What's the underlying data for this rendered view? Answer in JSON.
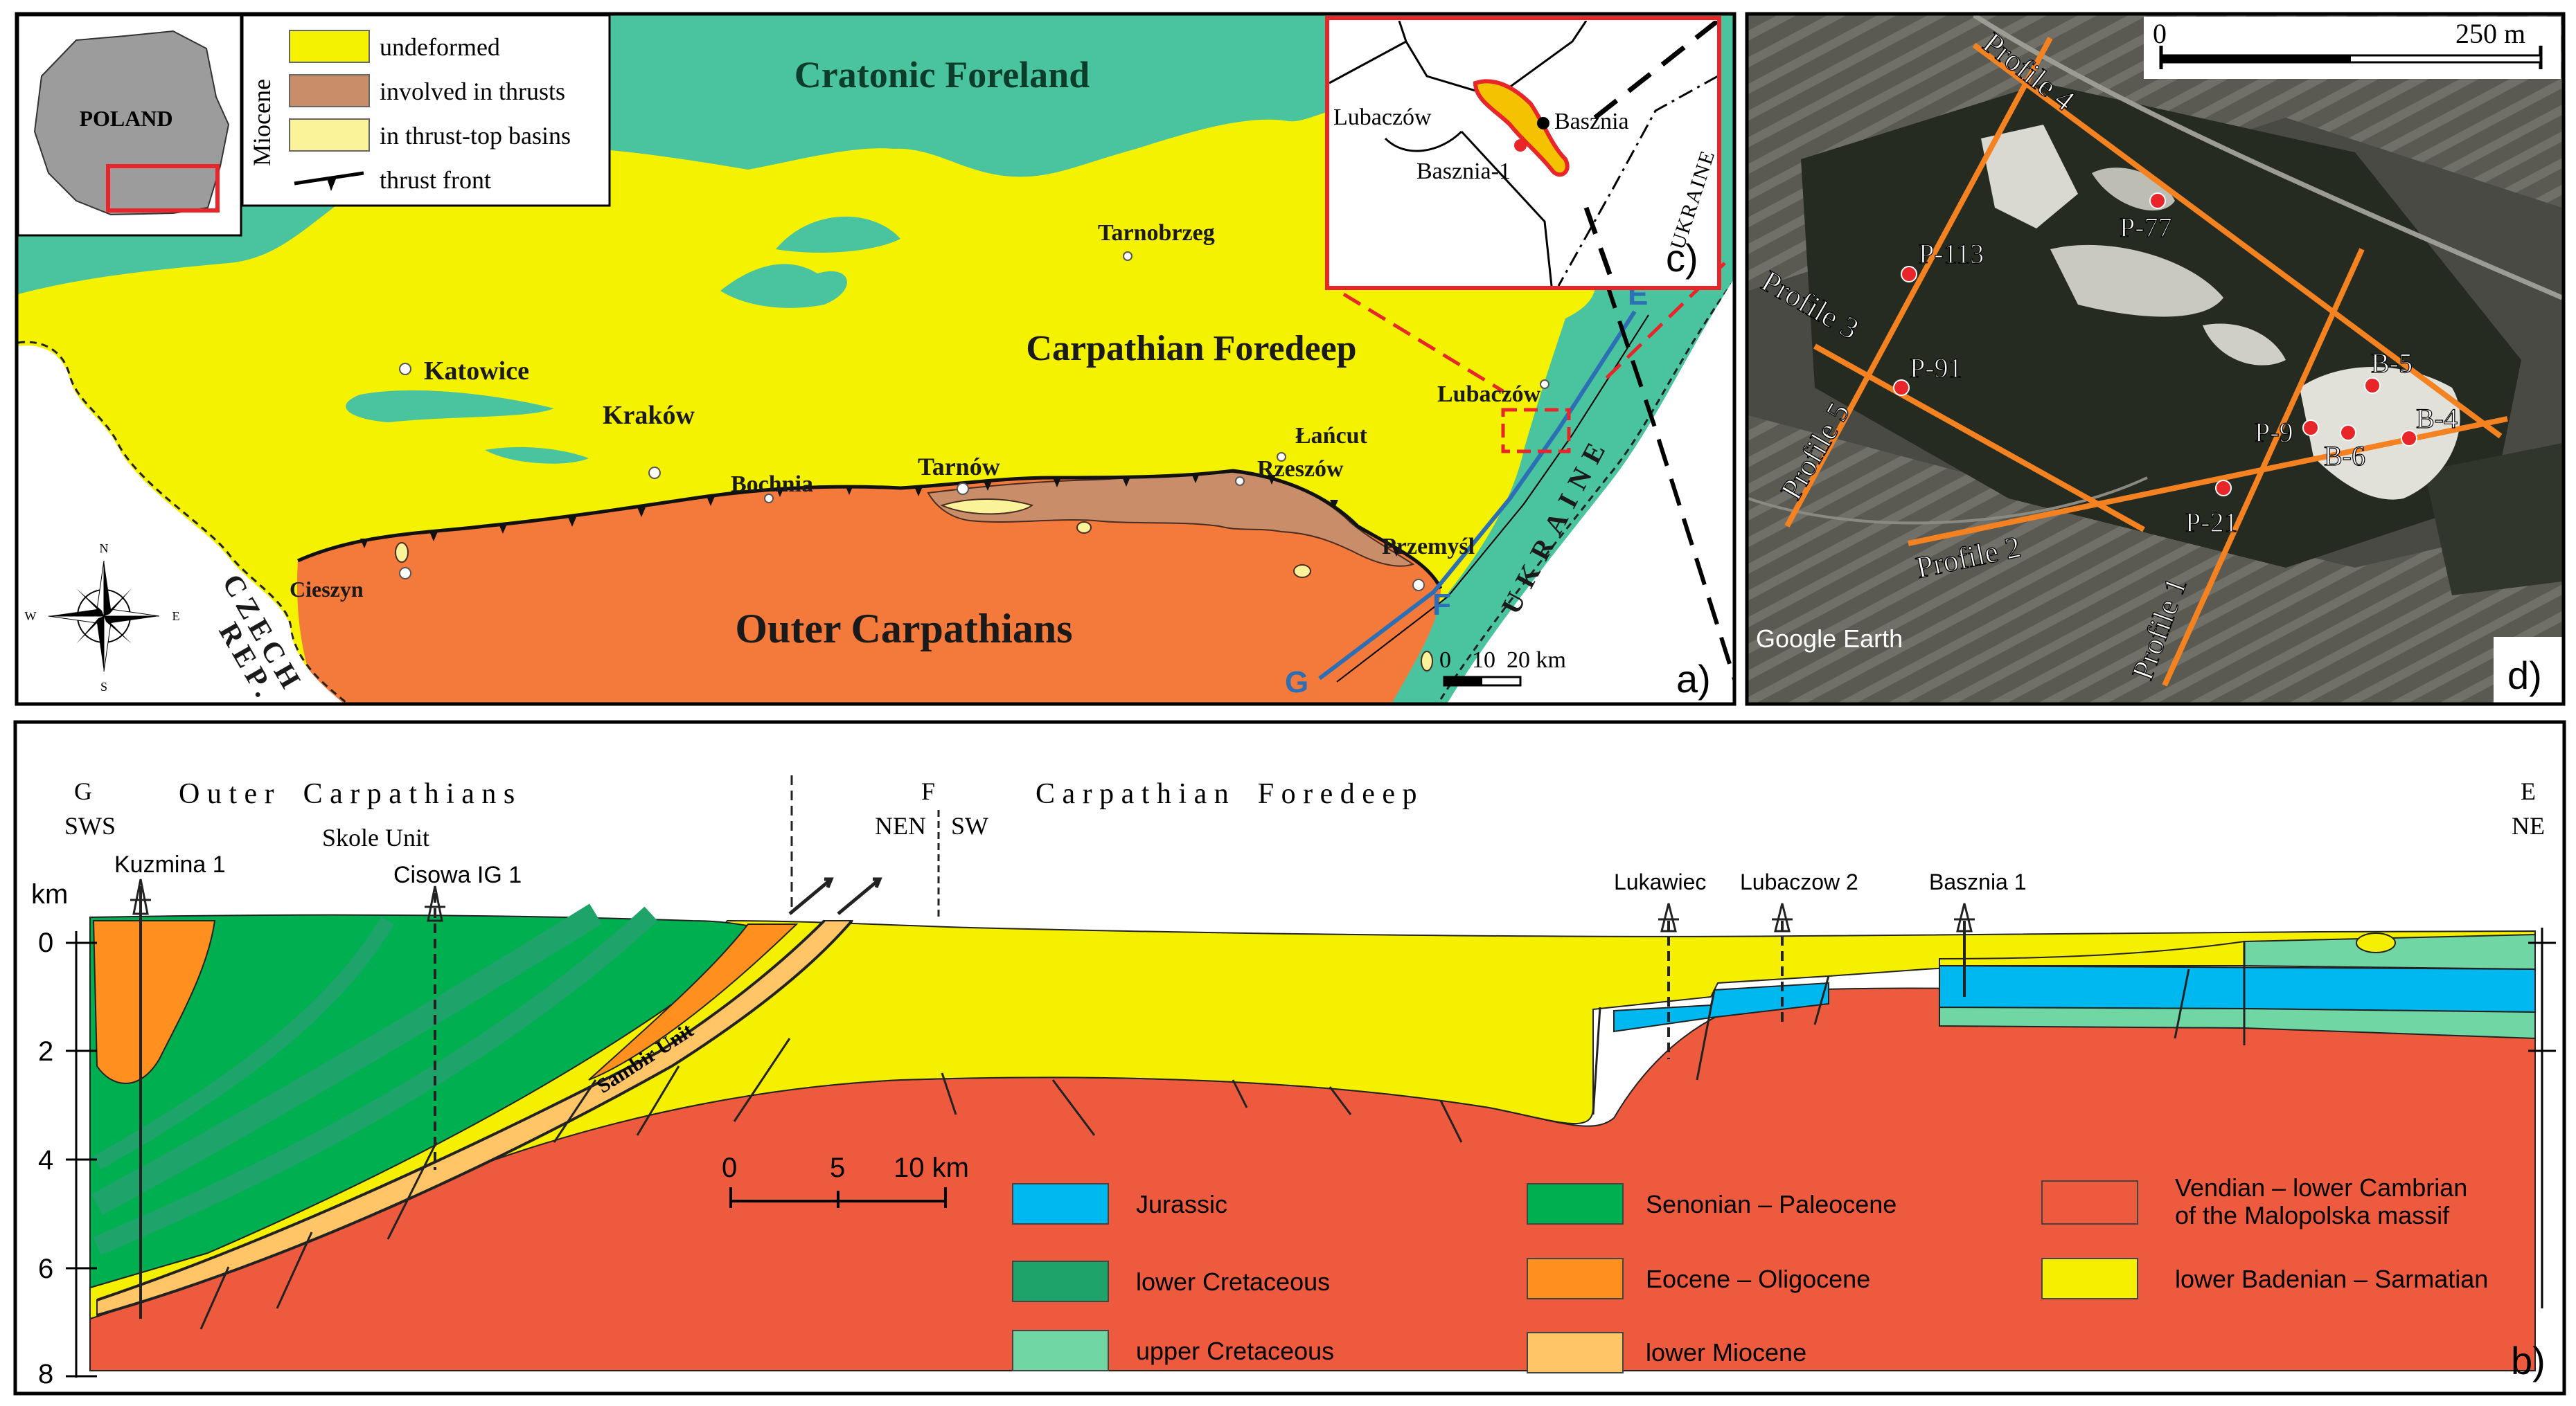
{
  "colors": {
    "foreland": "#49c49e",
    "foredeep": "#f5f200",
    "outer_carpathians": "#f47a3c",
    "thrust_involved": "#c98d6a",
    "thrust_top": "#fbf39a",
    "jurassic": "#00b8f0",
    "senonian_paleocene": "#00b050",
    "vendian_cambrian": "#ee5a3e",
    "lower_cretaceous": "#1ea36a",
    "eocene_oligocene": "#ff9020",
    "lower_badenian_sarmatian": "#f5ef00",
    "upper_cretaceous": "#6fd6a4",
    "lower_miocene": "#ffc567",
    "profile_line": "#f58220",
    "section_line": "#2c6fb5",
    "red_marker": "#e8262a"
  },
  "panel_a": {
    "letter": "a)",
    "inset_country": "POLAND",
    "legend": {
      "group": "Miocene",
      "items": [
        "undeformed",
        "involved in thrusts",
        "in thrust-top basins",
        "thrust front"
      ]
    },
    "regions": [
      "Cratonic Foreland",
      "Carpathian Foredeep",
      "Outer Carpathians"
    ],
    "cities": [
      "Katowice",
      "Kraków",
      "Bochnia",
      "Tarnów",
      "Tarnobrzeg",
      "Łańcut",
      "Rzeszów",
      "Lubaczów",
      "Przemyśl",
      "Cieszyn"
    ],
    "countries": [
      "CZECH",
      "REP.",
      "UKRAINE"
    ],
    "line_letters": [
      "E",
      "F",
      "G"
    ],
    "scale": [
      "0",
      "10",
      "20 km"
    ],
    "compass": [
      "N",
      "S",
      "W",
      "E"
    ]
  },
  "panel_c": {
    "letter": "c)",
    "places": [
      "Lubaczów",
      "Basznia",
      "Basznia-1",
      "UKRAINE"
    ]
  },
  "panel_d": {
    "letter": "d)",
    "scale": [
      "0",
      "250 m"
    ],
    "watermark": "Google Earth",
    "profiles": [
      "Profile 1",
      "Profile 2",
      "Profile 3",
      "Profile 4",
      "Profile 5"
    ],
    "points": [
      "P-113",
      "P-77",
      "P-91",
      "P-9",
      "P-21",
      "B-5",
      "B-4",
      "B-6"
    ]
  },
  "panel_b": {
    "letter": "b)",
    "left_end": {
      "letter": "G",
      "direction": "SWS"
    },
    "mid": {
      "letter": "F",
      "dir_left": "NEN",
      "dir_right": "SW"
    },
    "right_end": {
      "letter": "E",
      "direction": "NE"
    },
    "title_left": "O u t e r    C a r p a t h i a n s",
    "title_right": "C a r p a t h i a n    F o r e d e e p",
    "skole": "Skole  Unit",
    "sambir": "Sambir Unit",
    "wells": [
      "Kuzmina 1",
      "Cisowa IG 1",
      "Lukawiec",
      "Lubaczow 2",
      "Basznia 1"
    ],
    "depth_unit": "km",
    "depth_ticks": [
      "0",
      "2",
      "4",
      "6",
      "8"
    ],
    "scale": [
      "0",
      "5",
      "10 km"
    ],
    "legend": [
      {
        "label": "Jurassic",
        "key": "jurassic"
      },
      {
        "label": "lower Cretaceous",
        "key": "lower_cretaceous"
      },
      {
        "label": "upper Cretaceous",
        "key": "upper_cretaceous"
      },
      {
        "label": "Senonian – Paleocene",
        "key": "senonian_paleocene"
      },
      {
        "label": "Eocene – Oligocene",
        "key": "eocene_oligocene"
      },
      {
        "label": "lower Miocene",
        "key": "lower_miocene"
      },
      {
        "label": "Vendian – lower Cambrian",
        "key": "vendian_cambrian"
      },
      {
        "label": "of the Malopolska massif",
        "key": "vendian_cambrian"
      },
      {
        "label": "lower Badenian – Sarmatian",
        "key": "lower_badenian_sarmatian"
      }
    ]
  }
}
